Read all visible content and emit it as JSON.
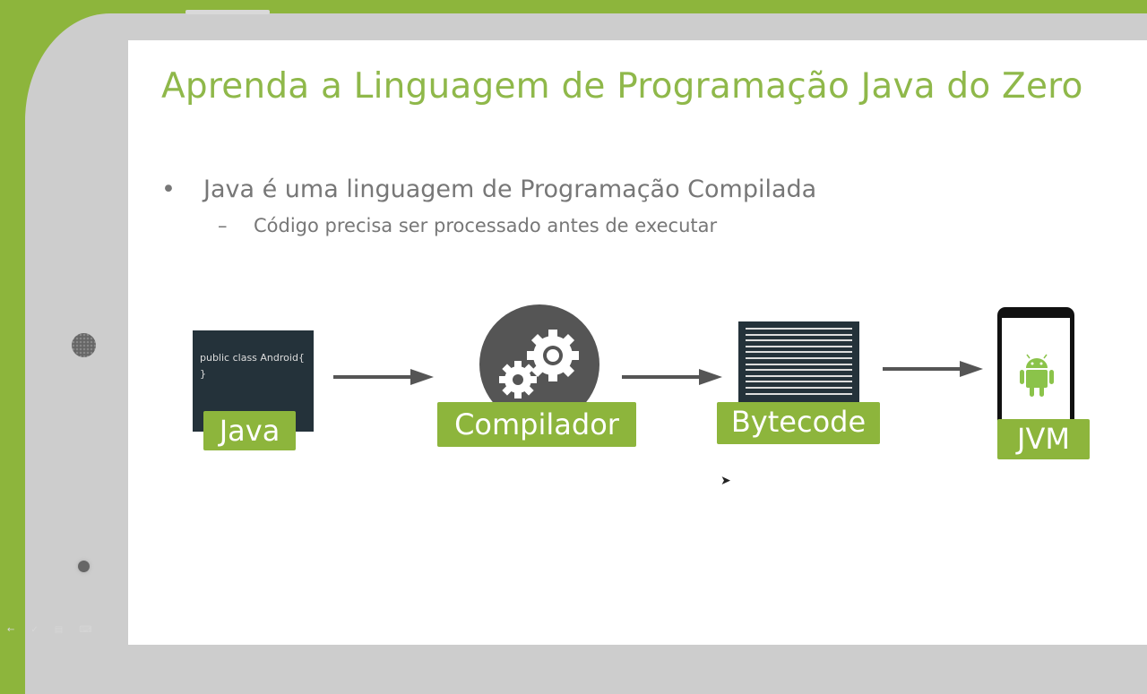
{
  "slide": {
    "title": "Aprenda a Linguagem de Programação Java do Zero",
    "bullet": "Java é uma linguagem de Programação Compilada",
    "sub_bullet": "Código precisa ser processado antes de executar",
    "bullet_marker": "•",
    "sub_marker": "–"
  },
  "diagram": {
    "code_line1": "public class Android{",
    "code_line2": "}",
    "steps": [
      "Java",
      "Compilador",
      "Bytecode",
      "JVM"
    ]
  },
  "colors": {
    "accent": "#8db53c",
    "dark": "#24323a",
    "arrow": "#555555",
    "android": "#8bc34a"
  },
  "icons": [
    "gears-icon",
    "android-icon",
    "phone-icon",
    "camera-icon",
    "home-button-icon",
    "cursor-icon"
  ]
}
